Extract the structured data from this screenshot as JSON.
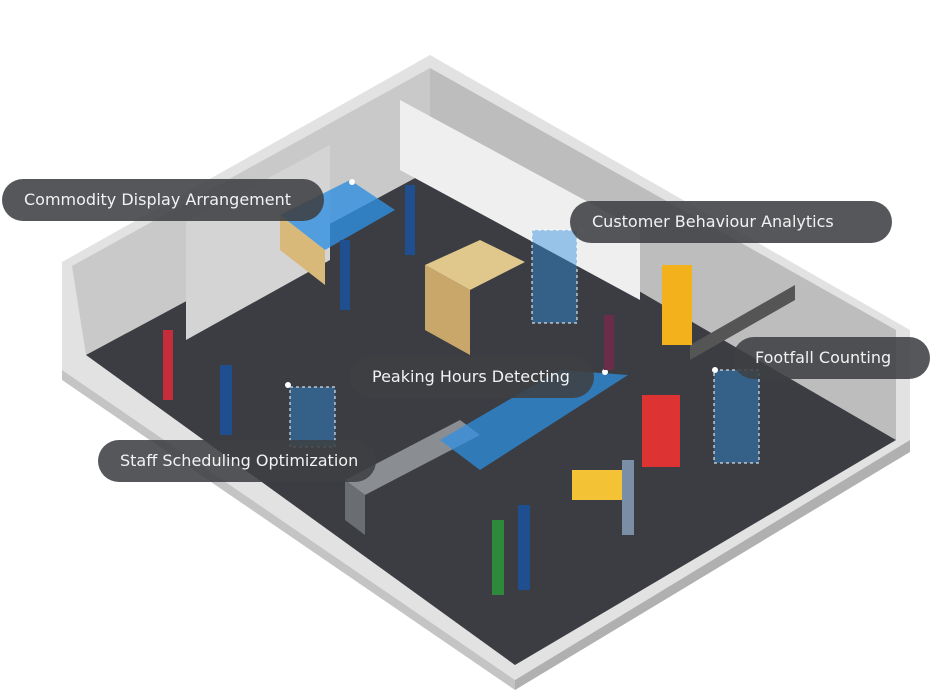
{
  "labels": {
    "commodity": "Commodity Display Arrangement",
    "customer": "Customer Behaviour Analytics",
    "footfall": "Footfall Counting",
    "peaking": "Peaking Hours Detecting",
    "staff": "Staff Scheduling Optimization"
  },
  "colors": {
    "label_bg": "#3e4043",
    "floor": "#3b3d42",
    "wall": "#d8d8d8",
    "zone": "#2f8fe0"
  }
}
